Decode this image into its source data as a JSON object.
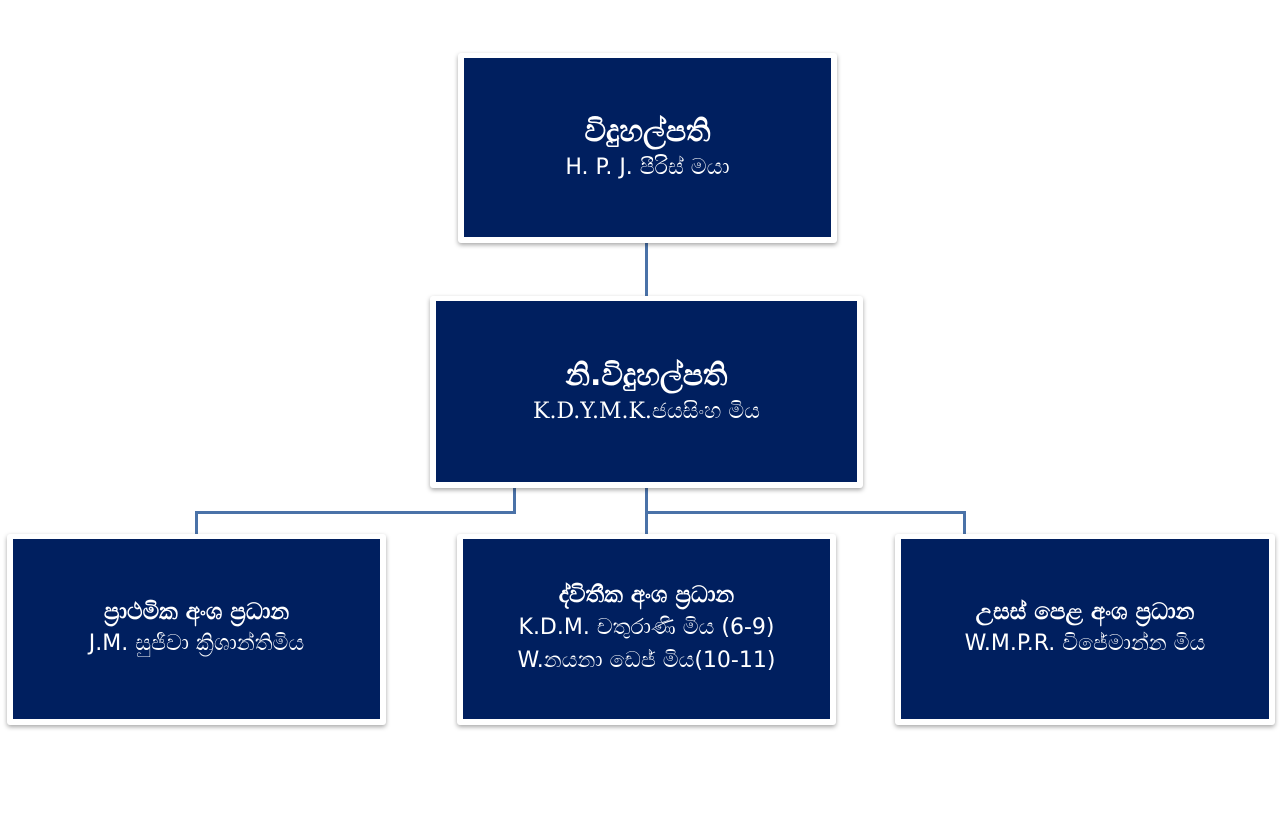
{
  "colors": {
    "box": "#001f5f",
    "connector": "#4a72a8"
  },
  "nodes": {
    "principal": {
      "title": "විදුහල්පති",
      "lines": [
        "H. P. J. පීරිස් මයා"
      ]
    },
    "deputy": {
      "title": "නි.විදුහල්පති",
      "lines": [
        "K.D.Y.M.K.ජයසිංහ මිය"
      ]
    },
    "primary": {
      "title": "ප්‍රාථමික අංශ ප්‍රධාන",
      "lines": [
        "J.M. සුජීවා ක්‍රිශාන්තිමිය"
      ]
    },
    "secondary": {
      "title": "ද්විතීක අංශ ප්‍රධාන",
      "lines": [
        "K.D.M. චතුරාණි මිය (6-9)",
        "W.නයනා ඩෙජ් මිය(10-11)"
      ]
    },
    "advanced": {
      "title": "උසස් පෙළ අංශ ප්‍රධාන",
      "lines": [
        "W.M.P.R. විජේමාන්න මිය"
      ]
    }
  }
}
